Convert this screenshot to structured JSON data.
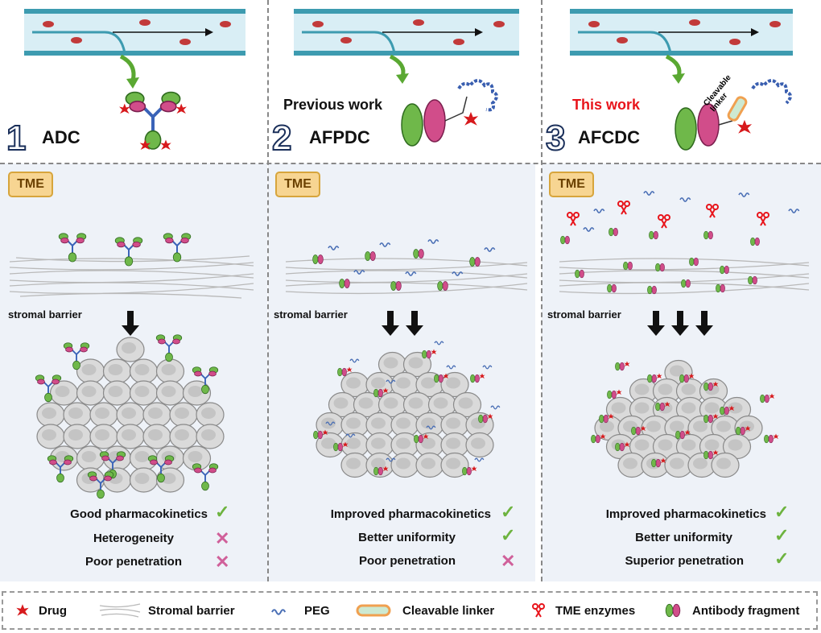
{
  "panels": [
    {
      "number": "1",
      "name": "ADC",
      "tag": "",
      "tme_label": "TME",
      "stromal_label": "stromal barrier",
      "results": [
        {
          "text": "Good pharmacokinetics",
          "mark": "check"
        },
        {
          "text": "Heterogeneity",
          "mark": "cross"
        },
        {
          "text": "Poor penetration",
          "mark": "cross"
        }
      ]
    },
    {
      "number": "2",
      "name": "AFPDC",
      "tag": "Previous work",
      "tme_label": "TME",
      "stromal_label": "stromal barrier",
      "results": [
        {
          "text": "Improved pharmacokinetics",
          "mark": "check"
        },
        {
          "text": "Better uniformity",
          "mark": "check"
        },
        {
          "text": "Poor penetration",
          "mark": "cross"
        }
      ]
    },
    {
      "number": "3",
      "name": "AFCDC",
      "tag": "This work",
      "linker_label": "Cleavable linker",
      "tme_label": "TME",
      "stromal_label": "stromal barrier",
      "results": [
        {
          "text": "Improved pharmacokinetics",
          "mark": "check"
        },
        {
          "text": "Better uniformity",
          "mark": "check"
        },
        {
          "text": "Superior penetration",
          "mark": "check"
        }
      ]
    }
  ],
  "legend": [
    {
      "icon": "drug-icon",
      "label": "Drug"
    },
    {
      "icon": "stromal-barrier-icon",
      "label": "Stromal barrier"
    },
    {
      "icon": "peg-icon",
      "label": "PEG"
    },
    {
      "icon": "cleavable-linker-icon",
      "label": "Cleavable linker"
    },
    {
      "icon": "tme-enzyme-icon",
      "label": "TME enzymes"
    },
    {
      "icon": "antibody-fragment-icon",
      "label": "Antibody fragment"
    }
  ],
  "colors": {
    "drug": "#d7191c",
    "this_work": "#e8141b",
    "check": "#6db33f",
    "cross": "#d0609a",
    "tme_bg": "#f7d592",
    "vessel": "#3d9bb0",
    "antibody_green": "#6fb84a",
    "antibody_pink": "#d14d8a"
  }
}
